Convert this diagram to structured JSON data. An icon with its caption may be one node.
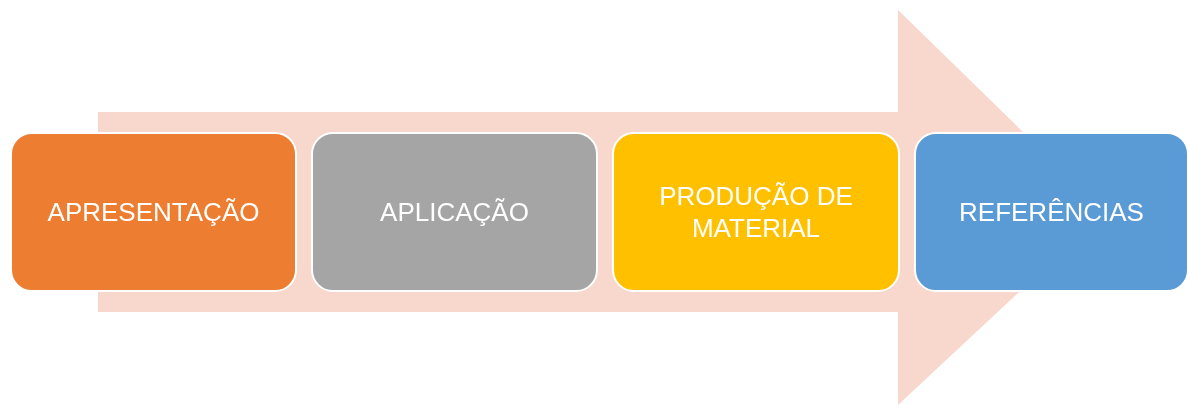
{
  "diagram": {
    "nodes": [
      {
        "text": [
          "APRESENTAÇÃO"
        ]
      },
      {
        "text": [
          "APLICAÇÃO"
        ]
      },
      {
        "text": [
          "PRODUÇÃO DE MATERIAL"
        ]
      },
      {
        "text": [
          "REFERÊNCIAS"
        ]
      }
    ],
    "edges": [
      {
        "from": 0,
        "to": 3,
        "arrow": "to"
      }
    ]
  }
}
